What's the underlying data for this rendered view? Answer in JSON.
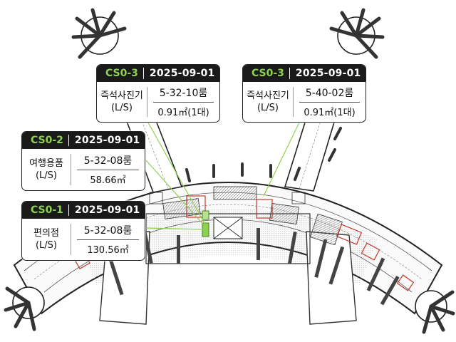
{
  "colors": {
    "accent": "#8fd14f",
    "header_bg": "#1a1a1a",
    "connector": "#8fd14f",
    "highlight": "#c0392b",
    "store_fill": "#8fd14f"
  },
  "callouts": [
    {
      "code": "CS0-3",
      "date": "2025-09-01",
      "category_line1": "즉석사진기",
      "category_line2": "(L/S)",
      "room": "5-32-10룸",
      "area": "0.91㎡(1대)"
    },
    {
      "code": "CS0-3",
      "date": "2025-09-01",
      "category_line1": "즉석사진기",
      "category_line2": "(L/S)",
      "room": "5-40-02룸",
      "area": "0.91㎡(1대)"
    },
    {
      "code": "CS0-2",
      "date": "2025-09-01",
      "category_line1": "여행용품",
      "category_line2": "(L/S)",
      "room": "5-32-08룸",
      "area": "58.66㎡"
    },
    {
      "code": "CS0-1",
      "date": "2025-09-01",
      "category_line1": "편의점",
      "category_line2": "(L/S)",
      "room": "5-32-08룸",
      "area": "130.56㎡"
    }
  ]
}
